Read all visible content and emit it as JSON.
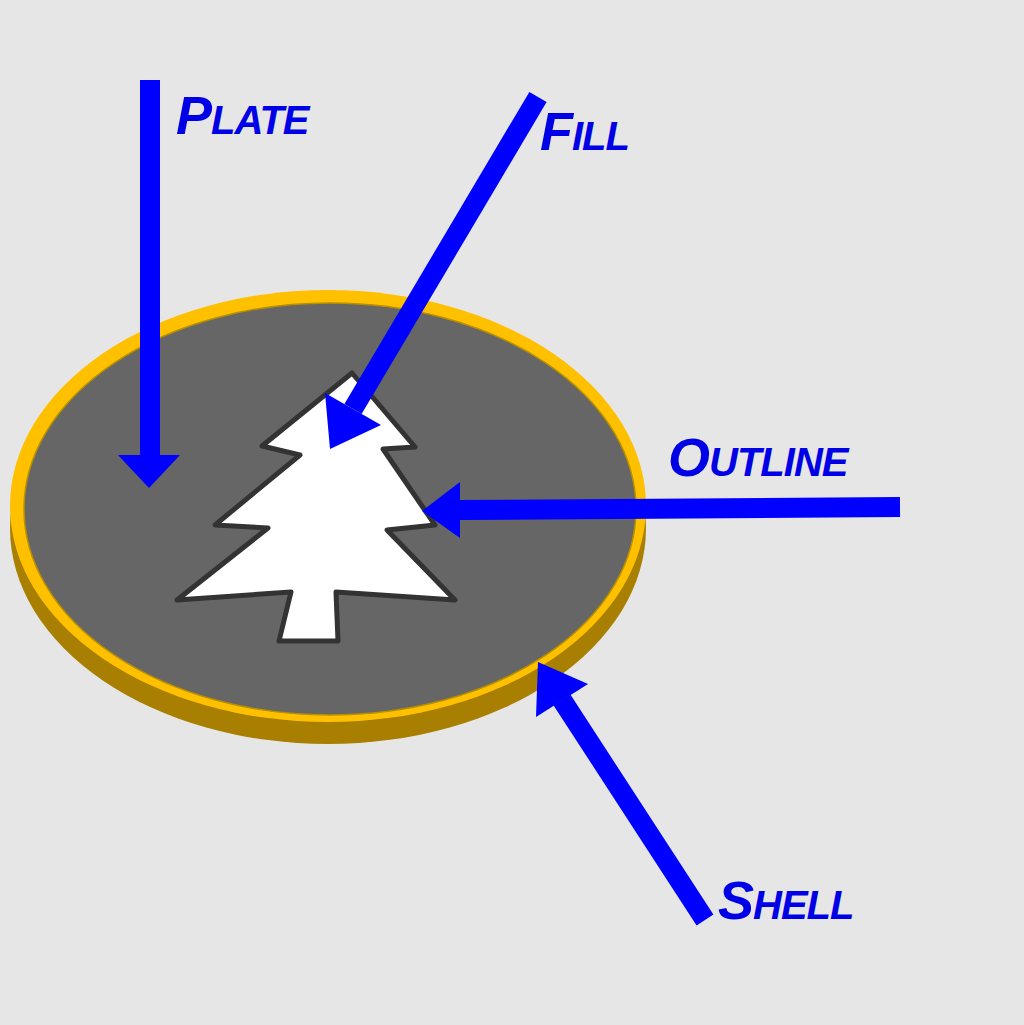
{
  "diagram": {
    "labels": [
      "PLATE",
      "FILL",
      "OUTLINE",
      "SHELL"
    ]
  }
}
